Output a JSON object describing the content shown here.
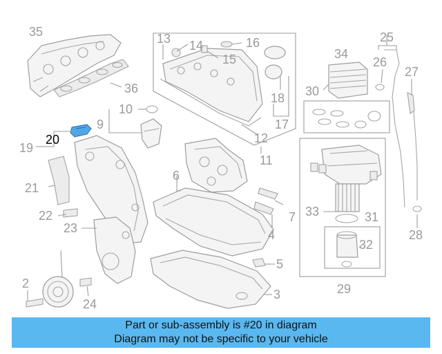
{
  "callouts": {
    "n2": "2",
    "n3": "3",
    "n4": "4",
    "n5": "5",
    "n6": "6",
    "n7": "7",
    "n9": "9",
    "n10": "10",
    "n11": "11",
    "n12": "12",
    "n13": "13",
    "n14": "14",
    "n15": "15",
    "n16": "16",
    "n17": "17",
    "n18": "18",
    "n19": "19",
    "n20": "20",
    "n21": "21",
    "n22": "22",
    "n23": "23",
    "n24": "24",
    "n25": "25",
    "n26": "26",
    "n27": "27",
    "n28": "28",
    "n29": "29",
    "n30": "30",
    "n31": "31",
    "n32": "32",
    "n33": "33",
    "n34": "34",
    "n35": "35",
    "n36": "36"
  },
  "highlight": {
    "part_number": "20",
    "color": "#4ea7e8"
  },
  "banner": {
    "line1": "Part or sub-assembly is #20 in diagram",
    "line2": "Diagram may not be specific to your vehicle",
    "color": "#5ab8f0"
  }
}
